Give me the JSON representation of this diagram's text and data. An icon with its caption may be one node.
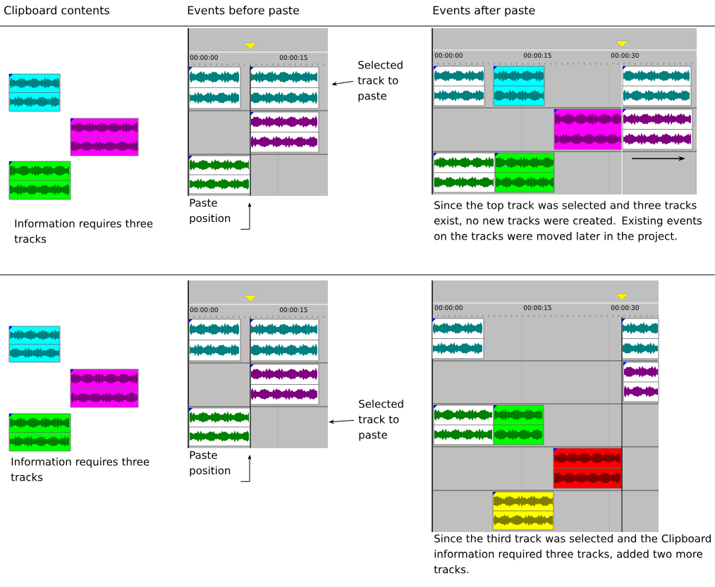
{
  "diagram": {
    "nodes": [
      {
        "text": [
          "Selected track to paste"
        ]
      },
      {
        "text": [
          "Paste position"
        ]
      },
      {
        "text": [
          "Selected track to paste"
        ]
      },
      {
        "text": [
          "Paste position"
        ]
      }
    ],
    "edges": [
      {
        "from": 0,
        "to": null,
        "arrow": "to"
      },
      {
        "from": 1,
        "to": null,
        "arrow": "to"
      },
      {
        "from": 2,
        "to": null,
        "arrow": "to"
      },
      {
        "from": 3,
        "to": null,
        "arrow": "to"
      }
    ],
    "labels": [
      "Clipboard contents",
      "Events before paste",
      "Events after paste",
      "00:00:00",
      "00:00:15",
      "00:00:00",
      "00:00:15",
      "00:00:30",
      "Information requires three tracks",
      "Since the top track was selected and three tracks exist, no new tracks were created. Existing events on the tracks were moved later in the project.",
      "00:00:00",
      "00:00:15",
      "00:00:00",
      "00:00:15",
      "00:00:30",
      "Information requires three tracks",
      "Since the third track was selected and the Clipboard information required three tracks, added two more tracks."
    ]
  }
}
